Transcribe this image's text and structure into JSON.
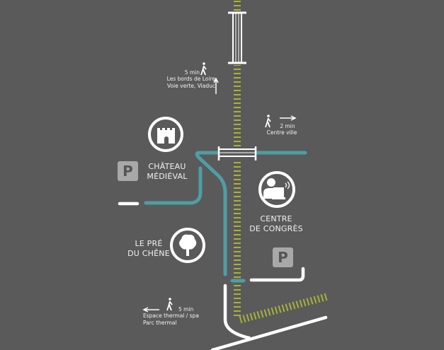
{
  "colors": {
    "background": "#5a5a5a",
    "path": "#4f9ea3",
    "rail": "#a8b23a",
    "road": "#ffffff",
    "parking": "#a8a8a8"
  },
  "places": {
    "chateau": {
      "line1": "CHÂTEAU",
      "line2": "MÉDIÉVAL",
      "icon": "castle-icon"
    },
    "centre": {
      "line1": "CENTRE",
      "line2": "DE CONGRÈS",
      "icon": "conference-icon"
    },
    "pre": {
      "line1": "LE PRÉ",
      "line2": "DU CHÊNE",
      "icon": "tree-icon"
    }
  },
  "parking": {
    "label": "P"
  },
  "directions": {
    "loire": {
      "time": "5 min",
      "line1": "Les bords de Loire",
      "line2": "Voie verte, Viaduc"
    },
    "ville": {
      "time": "2 min",
      "line1": "Centre ville"
    },
    "thermal": {
      "time": "5 min",
      "line1": "Espace thermal / spa",
      "line2": "Parc thermal"
    }
  }
}
